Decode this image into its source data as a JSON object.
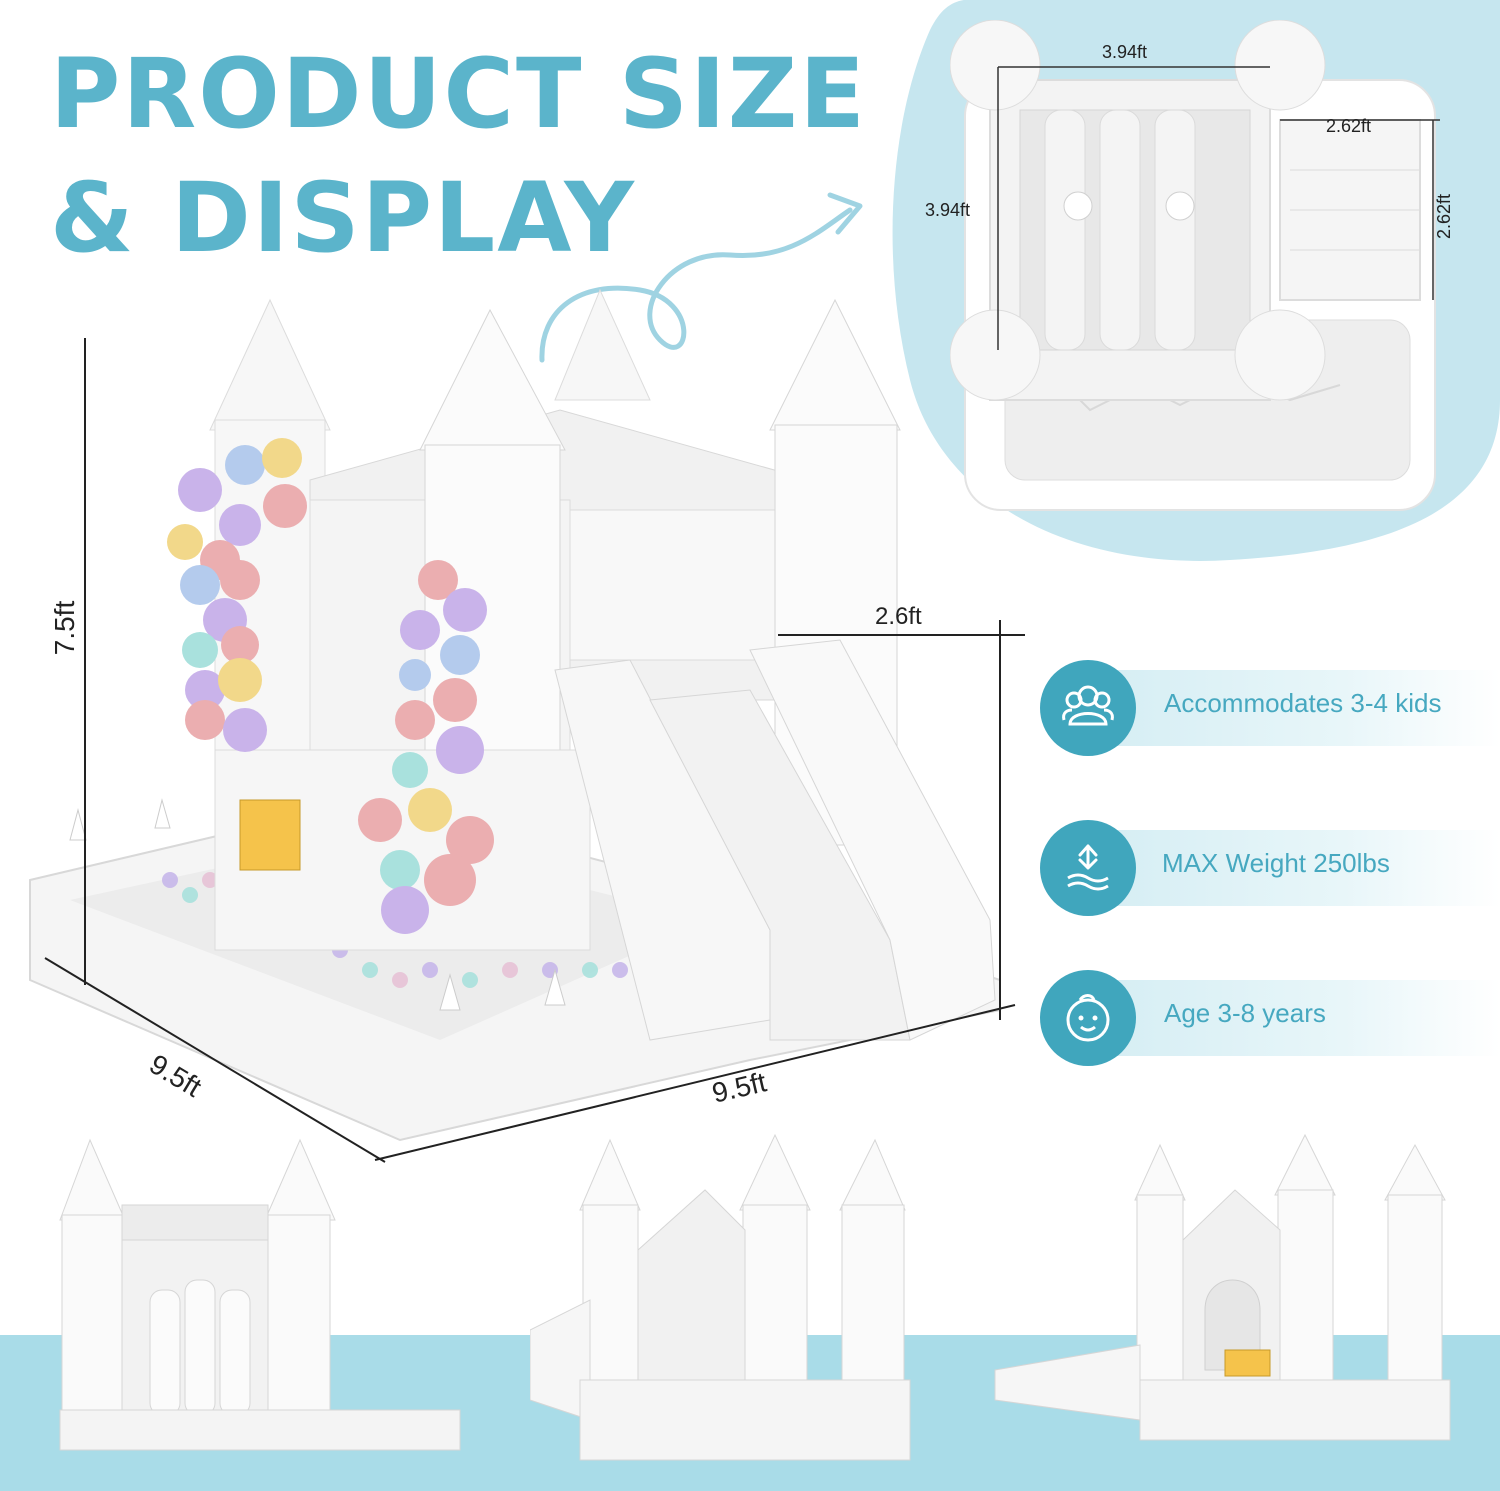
{
  "title": {
    "line1": "PRODUCT SIZE",
    "line2": "& DISPLAY"
  },
  "dimensions": {
    "top_width": "3.94ft",
    "top_depth": "3.94ft",
    "slide_width": "2.62ft",
    "slide_depth": "2.62ft",
    "height": "7.5ft",
    "side_left": "9.5ft",
    "side_right": "9.5ft",
    "slide_platform": "2.6ft"
  },
  "features": [
    {
      "icon": "group-icon",
      "label": "Accommodates 3-4 kids"
    },
    {
      "icon": "weight-icon",
      "label": "MAX Weight 250lbs"
    },
    {
      "icon": "baby-face-icon",
      "label": "Age 3-8 years"
    }
  ],
  "colors": {
    "accent": "#40a6bd",
    "title": "#5bb4cb",
    "blob": "#c6e6ef",
    "floor": "#a9dce8"
  }
}
